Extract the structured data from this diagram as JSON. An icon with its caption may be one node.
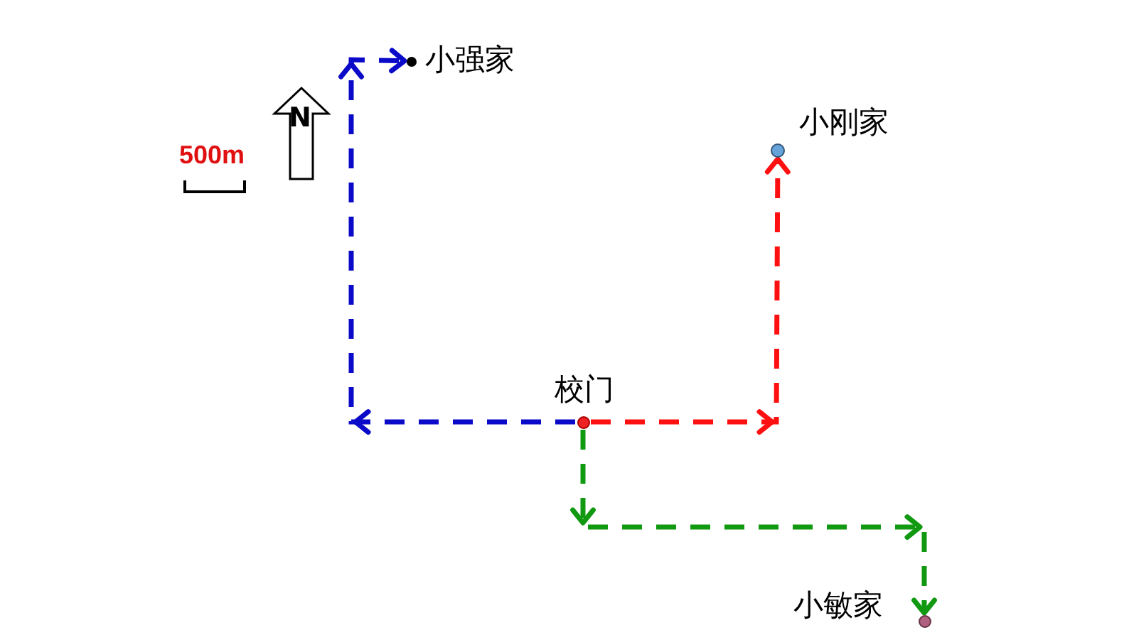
{
  "diagram": {
    "nodes": [
      {
        "text": [],
        "shape": "circle",
        "beside": [
          "校门"
        ]
      },
      {
        "text": [],
        "shape": "circle",
        "beside": [
          "小强家"
        ]
      },
      {
        "text": [],
        "shape": "circle",
        "beside": [
          "小刚家"
        ]
      },
      {
        "text": [],
        "shape": "circle",
        "beside": [
          "小敏家"
        ]
      }
    ],
    "edges": [
      {
        "from": 0,
        "to": 1,
        "arrow": "to",
        "style": "dashed",
        "color": "#0a0ac8"
      },
      {
        "from": 0,
        "to": 2,
        "arrow": "to",
        "style": "dashed",
        "color": "#ff1010"
      },
      {
        "from": 0,
        "to": 3,
        "arrow": "to",
        "style": "dashed",
        "color": "#119911"
      }
    ],
    "labels": [
      "N",
      "500m"
    ]
  }
}
